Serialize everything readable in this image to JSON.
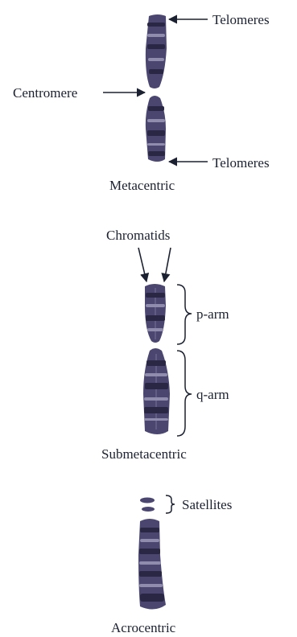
{
  "labels": {
    "telomeres_top": "Telomeres",
    "centromere": "Centromere",
    "telomeres_bottom": "Telomeres",
    "metacentric": "Metacentric",
    "chromatids": "Chromatids",
    "p_arm": "p-arm",
    "q_arm": "q-arm",
    "submetacentric": "Submetacentric",
    "satellites": "Satellites",
    "acrocentric": "Acrocentric"
  },
  "colors": {
    "chromosome": "#4a4670",
    "band_dark": "#2a2745",
    "band_light": "#8f8cae",
    "text": "#1b2130"
  }
}
